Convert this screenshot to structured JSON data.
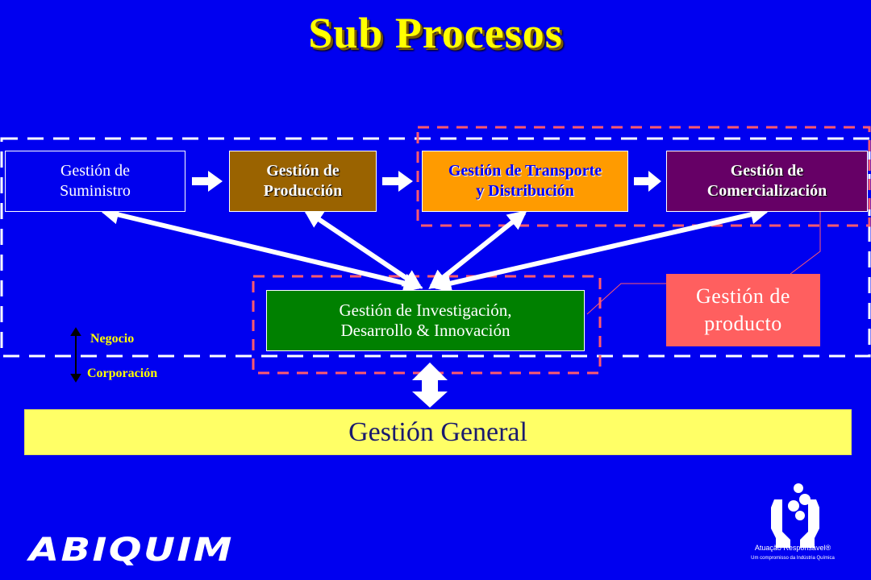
{
  "title": "Sub Procesos",
  "boxes": {
    "suministro": [
      "Gestión de",
      "Suministro"
    ],
    "produccion": [
      "Gestión de",
      "Producción"
    ],
    "transporte": [
      "Gestión de Transporte",
      "y Distribución"
    ],
    "comercializacion": [
      "Gestión de",
      "Comercialización"
    ],
    "investigacion": [
      "Gestión de Investigación,",
      "Desarrollo & Innovación"
    ],
    "producto": [
      "Gestión de",
      "producto"
    ],
    "general": "Gestión  General"
  },
  "scale": {
    "top": "Negocio",
    "bottom": "Corporación"
  },
  "brand": "ABIQUIM",
  "program": {
    "name": "Atuação Responsável®",
    "tagline": "Um compromisso da Indústria Química"
  },
  "colors": {
    "background": "#0000f0",
    "title": "#ffff00",
    "produccion": "#9a6300",
    "transporte": "#ff9b00",
    "comercializacion": "#660066",
    "investigacion": "#008000",
    "producto": "#ff5f5f",
    "general": "#ffff66",
    "dashed_border": "#ff5a6e"
  }
}
